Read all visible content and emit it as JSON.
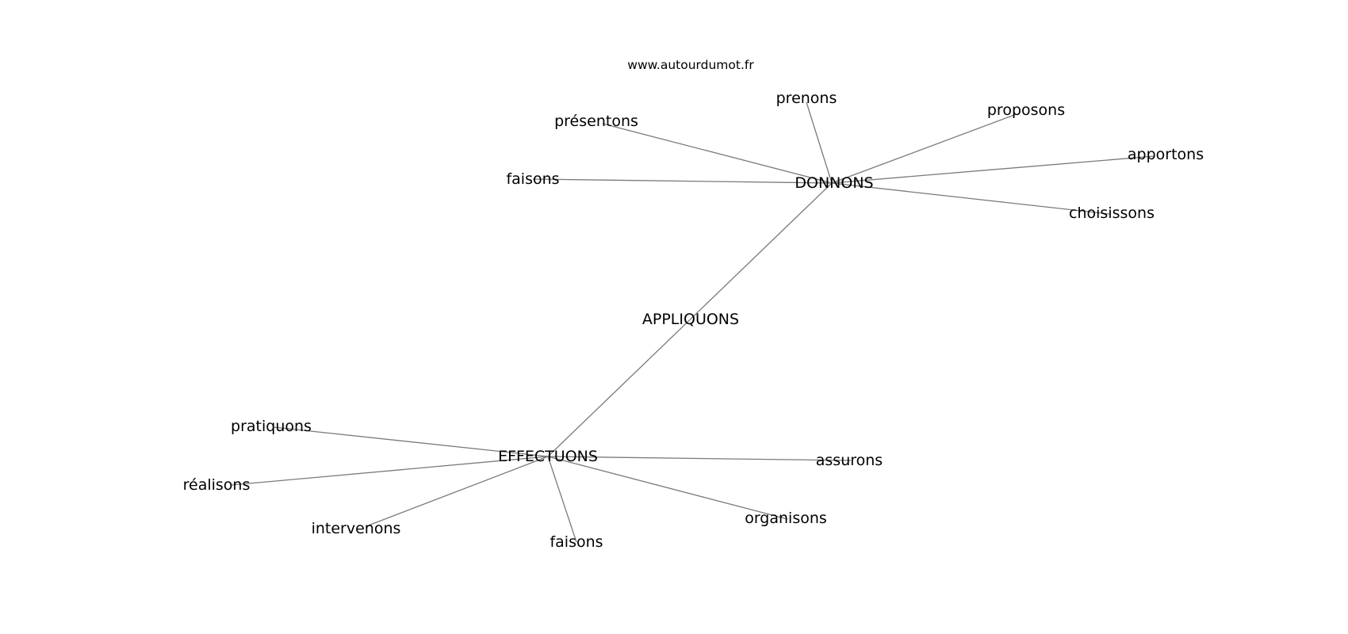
{
  "source_url": "www.autourdumot.fr",
  "nodes": [
    {
      "id": "appliquons",
      "label": "APPLIQUONS"
    },
    {
      "id": "donnons",
      "label": "DONNONS"
    },
    {
      "id": "effectuons",
      "label": "EFFECTUONS"
    },
    {
      "id": "prenons",
      "label": "prenons"
    },
    {
      "id": "presentons",
      "label": "présentons"
    },
    {
      "id": "proposons",
      "label": "proposons"
    },
    {
      "id": "apportons",
      "label": "apportons"
    },
    {
      "id": "faisons-1",
      "label": "faisons"
    },
    {
      "id": "choisissons",
      "label": "choisissons"
    },
    {
      "id": "pratiquons",
      "label": "pratiquons"
    },
    {
      "id": "realisons",
      "label": "réalisons"
    },
    {
      "id": "intervenons",
      "label": "intervenons"
    },
    {
      "id": "faisons-2",
      "label": "faisons"
    },
    {
      "id": "assurons",
      "label": "assurons"
    },
    {
      "id": "organisons",
      "label": "organisons"
    }
  ],
  "edges": [
    [
      "donnons",
      "effectuons"
    ],
    [
      "donnons",
      "prenons"
    ],
    [
      "donnons",
      "presentons"
    ],
    [
      "donnons",
      "proposons"
    ],
    [
      "donnons",
      "apportons"
    ],
    [
      "donnons",
      "faisons-1"
    ],
    [
      "donnons",
      "choisissons"
    ],
    [
      "effectuons",
      "pratiquons"
    ],
    [
      "effectuons",
      "realisons"
    ],
    [
      "effectuons",
      "intervenons"
    ],
    [
      "effectuons",
      "faisons-2"
    ],
    [
      "effectuons",
      "assurons"
    ],
    [
      "effectuons",
      "organisons"
    ]
  ]
}
